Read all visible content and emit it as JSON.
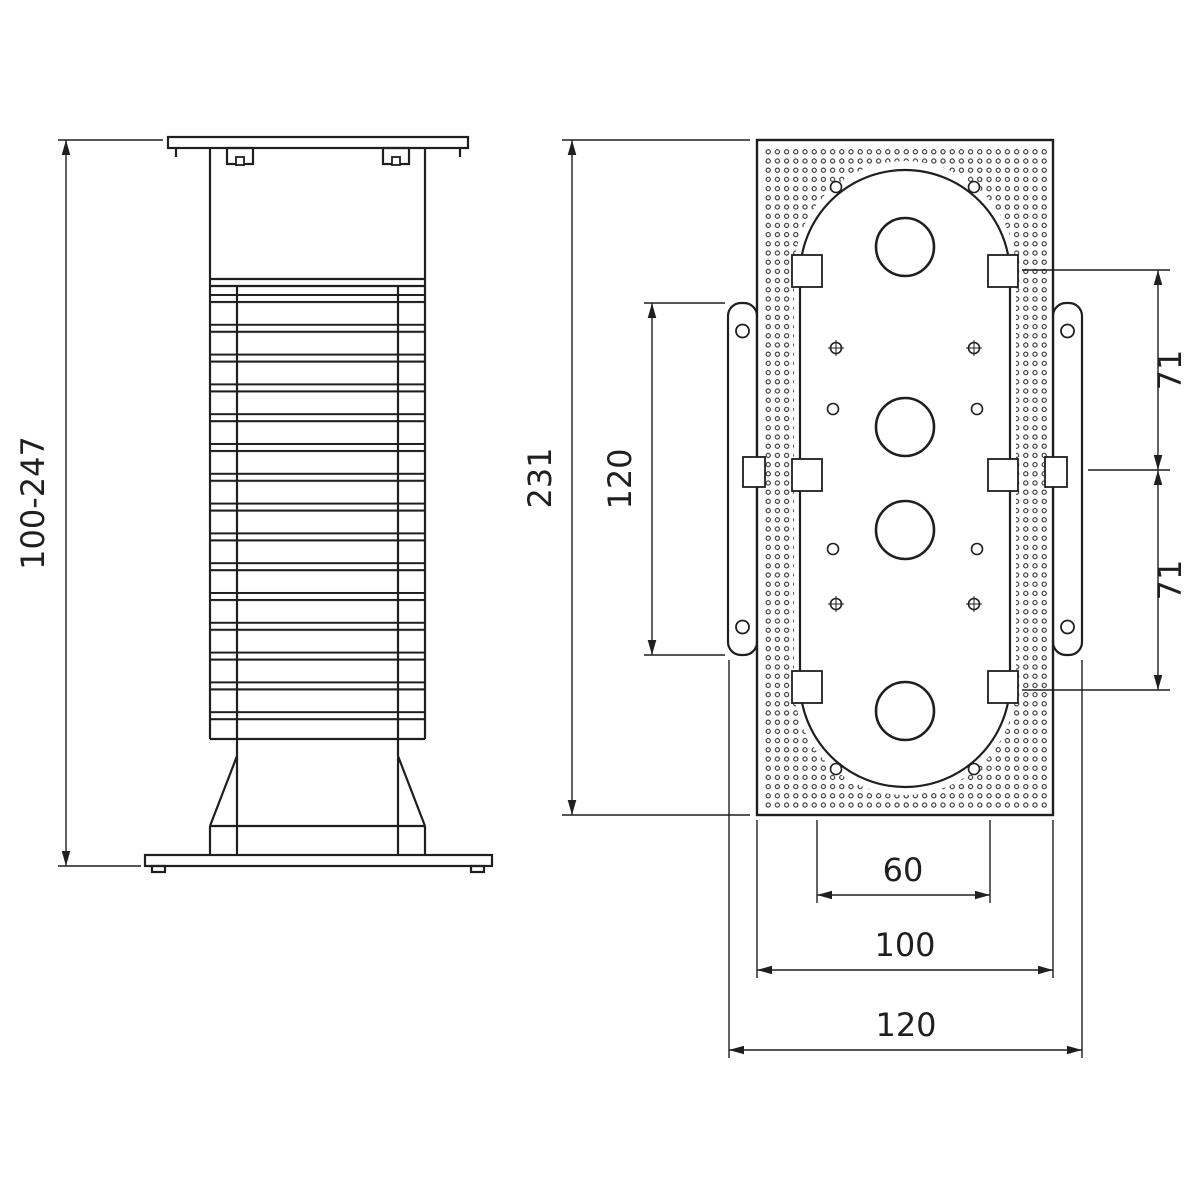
{
  "page": {
    "background": "#ffffff"
  },
  "drawing": {
    "kind": "technical-drawing-two-views-adjustable-pedestal",
    "line_color": "#1f1f1f",
    "views": {
      "side": {
        "title": "side-elevation",
        "dims": {
          "height_range": "100-247"
        }
      },
      "top": {
        "title": "plan-view",
        "dims": {
          "overall_length": "231",
          "bracket_length": "120",
          "pitch_upper": "71",
          "pitch_lower": "71",
          "slot_width": "60",
          "plate_width": "100",
          "overall_width": "120"
        }
      }
    }
  }
}
